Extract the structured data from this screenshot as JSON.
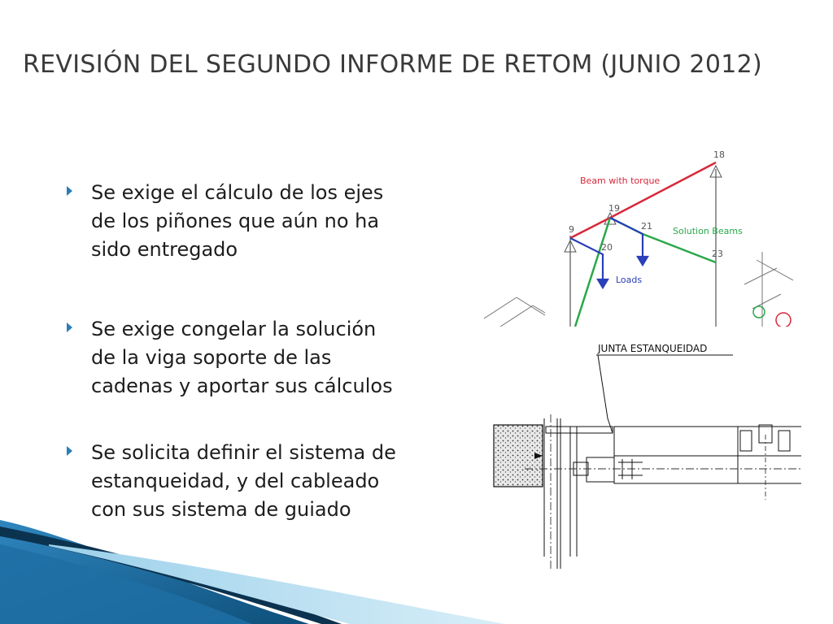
{
  "slide": {
    "title": "REVISIÓN DEL SEGUNDO INFORME DE RETOM (JUNIO 2012)",
    "bullets": [
      {
        "text": "Se exige el cálculo de los ejes\nde los piñones que aún no ha\nsido entregado"
      },
      {
        "text": "Se exige congelar la solución\nde la viga soporte de las\ncadenas y aportar sus cálculos"
      },
      {
        "text": "Se solicita definir el sistema de\nestanqueidad, y del cableado\ncon sus sistema de guiado"
      }
    ]
  },
  "figure_top": {
    "label_beam_torque": "Beam with torque",
    "label_solution_beams": "Solution Beams",
    "label_loads": "Loads",
    "node_labels": [
      "18",
      "19",
      "21",
      "9",
      "20",
      "23"
    ],
    "colors": {
      "torque": "#d8283a",
      "solution": "#2aa84a",
      "loads": "#2a3fb8"
    }
  },
  "figure_bottom": {
    "label": "JUNTA ESTANQUEIDAD"
  },
  "theme": {
    "accent": "#2a7db8",
    "wave_dark": "#1a5f8a",
    "wave_light": "#7fc0e0"
  }
}
